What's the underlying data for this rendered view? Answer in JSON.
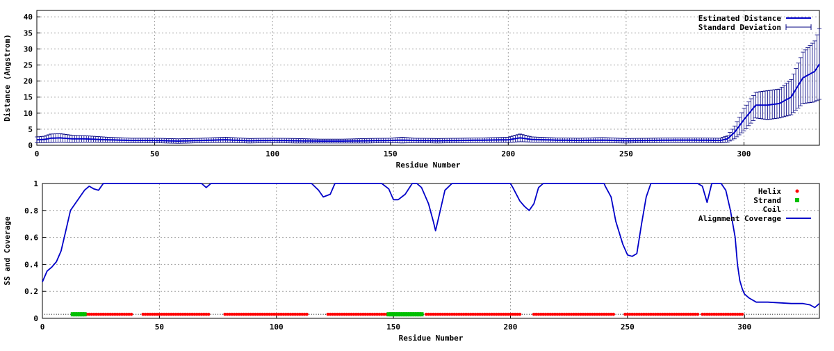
{
  "colors": {
    "line": "#0000c8",
    "errbar": "#000080",
    "helix": "#ff0000",
    "strand": "#00bf00",
    "coil": "#000000"
  },
  "chart_data": [
    {
      "type": "line",
      "title": "",
      "xlabel": "Residue Number",
      "ylabel": "Distance (Angstrom)",
      "xlim": [
        0,
        332
      ],
      "ylim": [
        0,
        42
      ],
      "xticks": [
        0,
        50,
        100,
        150,
        200,
        250,
        300
      ],
      "yticks": [
        0,
        5,
        10,
        15,
        20,
        25,
        30,
        35,
        40
      ],
      "grid": true,
      "legend_position": "top-right",
      "series": [
        {
          "name": "Estimated Distance",
          "style": "line"
        },
        {
          "name": "Standard Deviation",
          "style": "errorbars"
        }
      ],
      "profile": {
        "x": [
          0,
          3,
          6,
          10,
          15,
          20,
          30,
          40,
          50,
          60,
          70,
          80,
          90,
          100,
          110,
          120,
          130,
          140,
          150,
          155,
          160,
          170,
          180,
          190,
          200,
          205,
          210,
          220,
          230,
          240,
          250,
          260,
          270,
          280,
          290,
          293,
          296,
          300,
          305,
          310,
          315,
          320,
          325,
          330,
          332
        ],
        "mean": [
          1.7,
          1.8,
          2.2,
          2.3,
          2.0,
          2.0,
          1.7,
          1.5,
          1.5,
          1.3,
          1.5,
          1.7,
          1.4,
          1.5,
          1.4,
          1.3,
          1.3,
          1.4,
          1.5,
          1.6,
          1.5,
          1.4,
          1.5,
          1.6,
          1.7,
          2.3,
          1.8,
          1.6,
          1.5,
          1.6,
          1.4,
          1.5,
          1.6,
          1.6,
          1.5,
          2.0,
          4.0,
          8.0,
          12.5,
          12.5,
          13.0,
          15.0,
          21.0,
          23.0,
          25.3
        ],
        "sd": [
          0.9,
          1.0,
          1.3,
          1.3,
          1.1,
          1.0,
          0.8,
          0.7,
          0.7,
          0.7,
          0.7,
          0.8,
          0.7,
          0.7,
          0.7,
          0.6,
          0.6,
          0.7,
          0.7,
          0.9,
          0.7,
          0.7,
          0.7,
          0.7,
          0.8,
          1.2,
          0.8,
          0.7,
          0.7,
          0.8,
          0.7,
          0.7,
          0.7,
          0.7,
          0.7,
          1.0,
          2.0,
          3.5,
          4.0,
          4.5,
          4.5,
          5.5,
          8.0,
          9.5,
          11.0
        ]
      }
    },
    {
      "type": "line",
      "title": "",
      "xlabel": "Residue Number",
      "ylabel": "SS and Coverage",
      "xlim": [
        0,
        332
      ],
      "ylim": [
        0,
        1
      ],
      "xticks": [
        0,
        50,
        100,
        150,
        200,
        250,
        300
      ],
      "yticks": [
        0,
        0.2,
        0.4,
        0.6,
        0.8,
        1
      ],
      "grid": true,
      "legend_position": "top-right",
      "series": [
        {
          "name": "Helix",
          "style": "points"
        },
        {
          "name": "Strand",
          "style": "points"
        },
        {
          "name": "Coil",
          "style": "points"
        },
        {
          "name": "Alignment Coverage",
          "style": "line"
        }
      ],
      "coverage": {
        "x": [
          0,
          2,
          4,
          6,
          8,
          10,
          12,
          14,
          16,
          18,
          20,
          22,
          24,
          26,
          30,
          40,
          50,
          60,
          65,
          68,
          70,
          72,
          75,
          80,
          100,
          110,
          115,
          118,
          120,
          123,
          125,
          130,
          140,
          145,
          148,
          150,
          152,
          155,
          158,
          160,
          162,
          165,
          167,
          168,
          170,
          172,
          175,
          180,
          200,
          201,
          204,
          206,
          208,
          210,
          212,
          214,
          216,
          220,
          240,
          240.5,
          243,
          245,
          248,
          250,
          252,
          254,
          256,
          258,
          260,
          265,
          275,
          280,
          282,
          284,
          286,
          290,
          292,
          294,
          296,
          297,
          298,
          299,
          300,
          302,
          305,
          310,
          320,
          325,
          328,
          330,
          332
        ],
        "y": [
          0.27,
          0.35,
          0.38,
          0.42,
          0.5,
          0.65,
          0.8,
          0.85,
          0.9,
          0.95,
          0.98,
          0.96,
          0.95,
          1.0,
          1.0,
          1.0,
          1.0,
          1.0,
          1.0,
          1.0,
          0.97,
          1.0,
          1.0,
          1.0,
          1.0,
          1.0,
          1.0,
          0.95,
          0.9,
          0.92,
          1.0,
          1.0,
          1.0,
          1.0,
          0.96,
          0.88,
          0.88,
          0.92,
          1.0,
          1.0,
          0.97,
          0.85,
          0.72,
          0.65,
          0.8,
          0.95,
          1.0,
          1.0,
          1.0,
          0.97,
          0.87,
          0.83,
          0.8,
          0.85,
          0.97,
          1.0,
          1.0,
          1.0,
          1.0,
          0.98,
          0.9,
          0.72,
          0.55,
          0.47,
          0.46,
          0.48,
          0.7,
          0.9,
          1.0,
          1.0,
          1.0,
          1.0,
          0.98,
          0.86,
          1.0,
          1.0,
          0.95,
          0.8,
          0.6,
          0.4,
          0.28,
          0.22,
          0.18,
          0.15,
          0.12,
          0.12,
          0.11,
          0.11,
          0.1,
          0.08,
          0.11
        ]
      },
      "secondary_structure": {
        "level": 0.03,
        "coil_range": [
          0,
          332
        ],
        "strand": [
          [
            13,
            18
          ],
          [
            148,
            154
          ],
          [
            155,
            162
          ]
        ],
        "helix": [
          [
            18,
            38
          ],
          [
            43,
            71
          ],
          [
            78,
            113
          ],
          [
            122,
            147
          ],
          [
            164,
            204
          ],
          [
            210,
            244
          ],
          [
            249,
            280
          ],
          [
            282,
            299
          ]
        ]
      }
    }
  ]
}
